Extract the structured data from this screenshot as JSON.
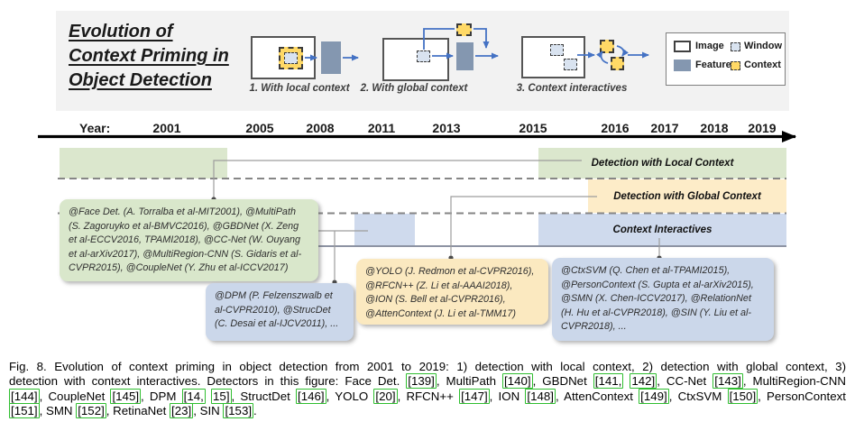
{
  "figure": {
    "title_lines": [
      "Evolution of",
      "Context Priming in",
      "Object Detection"
    ],
    "diagram_labels": [
      "1. With local context",
      "2. With global context",
      "3. Context interactives"
    ],
    "legend": {
      "image_label": "Image",
      "window_label": "Window",
      "feature_label": "Feature",
      "context_label": "Context"
    },
    "timeline": {
      "label": "Year:",
      "years": [
        "2001",
        "2005",
        "2008",
        "2011",
        "2013",
        "2015",
        "2016",
        "2017",
        "2018",
        "2019"
      ]
    },
    "bands": {
      "local": "Detection with Local Context",
      "global": "Detection with Global Context",
      "interactive": "Context Interactives"
    },
    "boxes": {
      "local_context": "@Face Det. (A. Torralba et al-MIT2001), @MultiPath\n(S. Zagoruyko et al-BMVC2016), @GBDNet (X. Zeng\net al-ECCV2016, TPAMI2018), @CC-Net (W. Ouyang\net al-arXiv2017), @MultiRegion-CNN (S. Gidaris et al-\nCVPR2015), @CoupleNet (Y. Zhu et al-ICCV2017)",
      "dpm": "@DPM (P. Felzenszwalb et\nal-CVPR2010), @StrucDet\n(C. Desai et al-IJCV2011), ...",
      "global_context": "@YOLO (J. Redmon et al-CVPR2016),\n@RFCN++ (Z. Li et al-AAAI2018),\n@ION (S. Bell et al-CVPR2016),\n@AttenContext (J. Li et al-TMM17)",
      "interactives": "@CtxSVM (Q. Chen et al-TPAMI2015),\n@PersonContext (S. Gupta et al-arXiv2015),\n@SMN (X. Chen-ICCV2017), @RelationNet\n(H. Hu et al-CVPR2018), @SIN (Y. Liu et al-\nCVPR2018), ..."
    },
    "colors": {
      "band_local": "#dbe7cd",
      "band_global": "#fdecc8",
      "band_interactive": "#cfdaed",
      "box_local": "#d9e7cb",
      "box_global": "#fbe9c0",
      "box_blue": "#cbd7ea",
      "feature_fill": "#8497b0",
      "window_fill": "#d9e3f0",
      "context_fill": "#ffd966",
      "arrow_blue": "#4472c4",
      "citation_green": "#2fbe2f"
    }
  },
  "caption": {
    "lines": [
      [
        {
          "t": "Fig. 8.   Evolution of context priming in object detection from 2001 to 2019: 1) detection with local context, 2) detection with global context, 3)"
        }
      ],
      [
        {
          "t": "detection with context interactives. Detectors in this figure: Face Det. "
        },
        {
          "c": "[139]"
        },
        {
          "t": ", MultiPath "
        },
        {
          "c": "[140]"
        },
        {
          "t": ", GBDNet "
        },
        {
          "c": "[141,"
        },
        {
          "t": " "
        },
        {
          "c": "142]"
        },
        {
          "t": ", CC-Net "
        },
        {
          "c": "[143]"
        },
        {
          "t": ", MultiRegion-CNN"
        }
      ],
      [
        {
          "c": "[144]"
        },
        {
          "t": ", CoupleNet "
        },
        {
          "c": "[145]"
        },
        {
          "t": ", DPM "
        },
        {
          "c": "[14,"
        },
        {
          "t": " "
        },
        {
          "c": "15]"
        },
        {
          "t": ", StructDet "
        },
        {
          "c": "[146]"
        },
        {
          "t": ", YOLO "
        },
        {
          "c": "[20]"
        },
        {
          "t": ", RFCN++ "
        },
        {
          "c": "[147]"
        },
        {
          "t": ", ION "
        },
        {
          "c": "[148]"
        },
        {
          "t": ", AttenContext "
        },
        {
          "c": "[149]"
        },
        {
          "t": ", CtxSVM "
        },
        {
          "c": "[150]"
        },
        {
          "t": ", PersonContext"
        }
      ],
      [
        {
          "c": "[151]"
        },
        {
          "t": ", SMN "
        },
        {
          "c": "[152]"
        },
        {
          "t": ", RetinaNet "
        },
        {
          "c": "[23]"
        },
        {
          "t": ", SIN "
        },
        {
          "c": "[153]"
        },
        {
          "t": "."
        }
      ]
    ]
  }
}
